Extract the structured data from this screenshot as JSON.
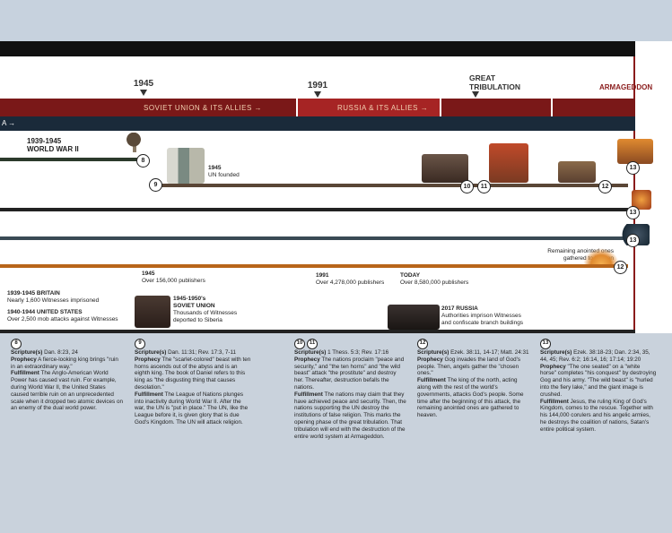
{
  "dates": {
    "d1945": "1945",
    "d1991": "1991",
    "great_tribulation_1": "GREAT",
    "great_tribulation_2": "TRIBULATION",
    "armageddon": "ARMAGEDDON"
  },
  "bars": {
    "left_arrow": "A →",
    "soviet": "SOVIET UNION & ITS ALLIES →",
    "russia": "RUSSIA & ITS ALLIES →"
  },
  "timeline": {
    "ww2_years": "1939-1945",
    "ww2_title": "WORLD WAR II",
    "un_year": "1945",
    "un_text": "UN founded",
    "remaining_1": "Remaining anointed ones",
    "remaining_2": "gathered to heaven"
  },
  "markers": {
    "m8": "8",
    "m9": "9",
    "m10": "10",
    "m11": "11",
    "m12a": "12",
    "m13a": "13",
    "m13b": "13",
    "m13c": "13",
    "m12b": "12"
  },
  "publishers": {
    "p1945_year": "1945",
    "p1945_text": "Over 156,000 publishers",
    "p1991_year": "1991",
    "p1991_text": "Over 4,278,000 publishers",
    "today_year": "TODAY",
    "today_text": "Over 8,580,000 publishers"
  },
  "persecution": {
    "britain_title": "1939-1945 BRITAIN",
    "britain_text": "Nearly 1,600 Witnesses imprisoned",
    "us_title": "1940-1944 UNITED STATES",
    "us_text": "Over 2,500 mob attacks against Witnesses",
    "soviet_title": "1945-1950's",
    "soviet_sub": "SOVIET UNION",
    "soviet_text1": "Thousands of Witnesses",
    "soviet_text2": "deported to Siberia",
    "russia_title": "2017 RUSSIA",
    "russia_text1": "Authorities imprison Witnesses",
    "russia_text2": "and confiscate branch buildings"
  },
  "labels": {
    "scripture": "Scripture(s)",
    "prophecy": "Prophecy",
    "fulfillment": "Fulfillment"
  },
  "columns": [
    {
      "nums": [
        "8"
      ],
      "scripture": "Dan. 8:23, 24",
      "prophecy": "A fierce-looking king brings \"ruin in an extraordinary way.\"",
      "fulfillment": "The Anglo-American World Power has caused vast ruin. For example, during World War II, the United States caused terrible ruin on an unprecedented scale when it dropped two atomic devices on an enemy of the dual world power."
    },
    {
      "nums": [
        "9"
      ],
      "scripture": "Dan. 11:31; Rev. 17:3, 7-11",
      "prophecy": "The \"scarlet-colored\" beast with ten horns ascends out of the abyss and is an eighth king. The book of Daniel refers to this king as \"the disgusting thing that causes desolation.\"",
      "fulfillment": "The League of Nations plunges into inactivity during World War II. After the war, the UN is \"put in place.\" The UN, like the League before it, is given glory that is due God's Kingdom. The UN will attack religion."
    },
    {
      "nums": [
        "10",
        "11"
      ],
      "scripture": "1 Thess. 5:3; Rev. 17:16",
      "prophecy": "The nations proclaim \"peace and security,\" and \"the ten horns\" and \"the wild beast\" attack \"the prostitute\" and destroy her. Thereafter, destruction befalls the nations.",
      "fulfillment": "The nations may claim that they have achieved peace and security. Then, the nations supporting the UN destroy the institutions of false religion. This marks the opening phase of the great tribulation. That tribulation will end with the destruction of the entire world system at Armageddon."
    },
    {
      "nums": [
        "12"
      ],
      "scripture": "Ezek. 38:11, 14-17; Matt. 24:31",
      "prophecy": "Gog invades the land of God's people. Then, angels gather the \"chosen ones.\"",
      "fulfillment": "The king of the north, acting along with the rest of the world's governments, attacks God's people. Some time after the beginning of this attack, the remaining anointed ones are gathered to heaven."
    },
    {
      "nums": [
        "13"
      ],
      "scripture": "Ezek. 38:18-23; Dan. 2:34, 35, 44, 45; Rev. 6:2; 16:14, 16; 17:14; 19:20",
      "prophecy": "\"The one seated\" on a \"white horse\" completes \"his conquest\" by destroying Gog and his army. \"The wild beast\" is \"hurled into the fiery lake,\" and the giant image is crushed.",
      "fulfillment": "Jesus, the ruling King of God's Kingdom, comes to the rescue. Together with his 144,000 corulers and his angelic armies, he destroys the coalition of nations, Satan's entire political system."
    }
  ]
}
